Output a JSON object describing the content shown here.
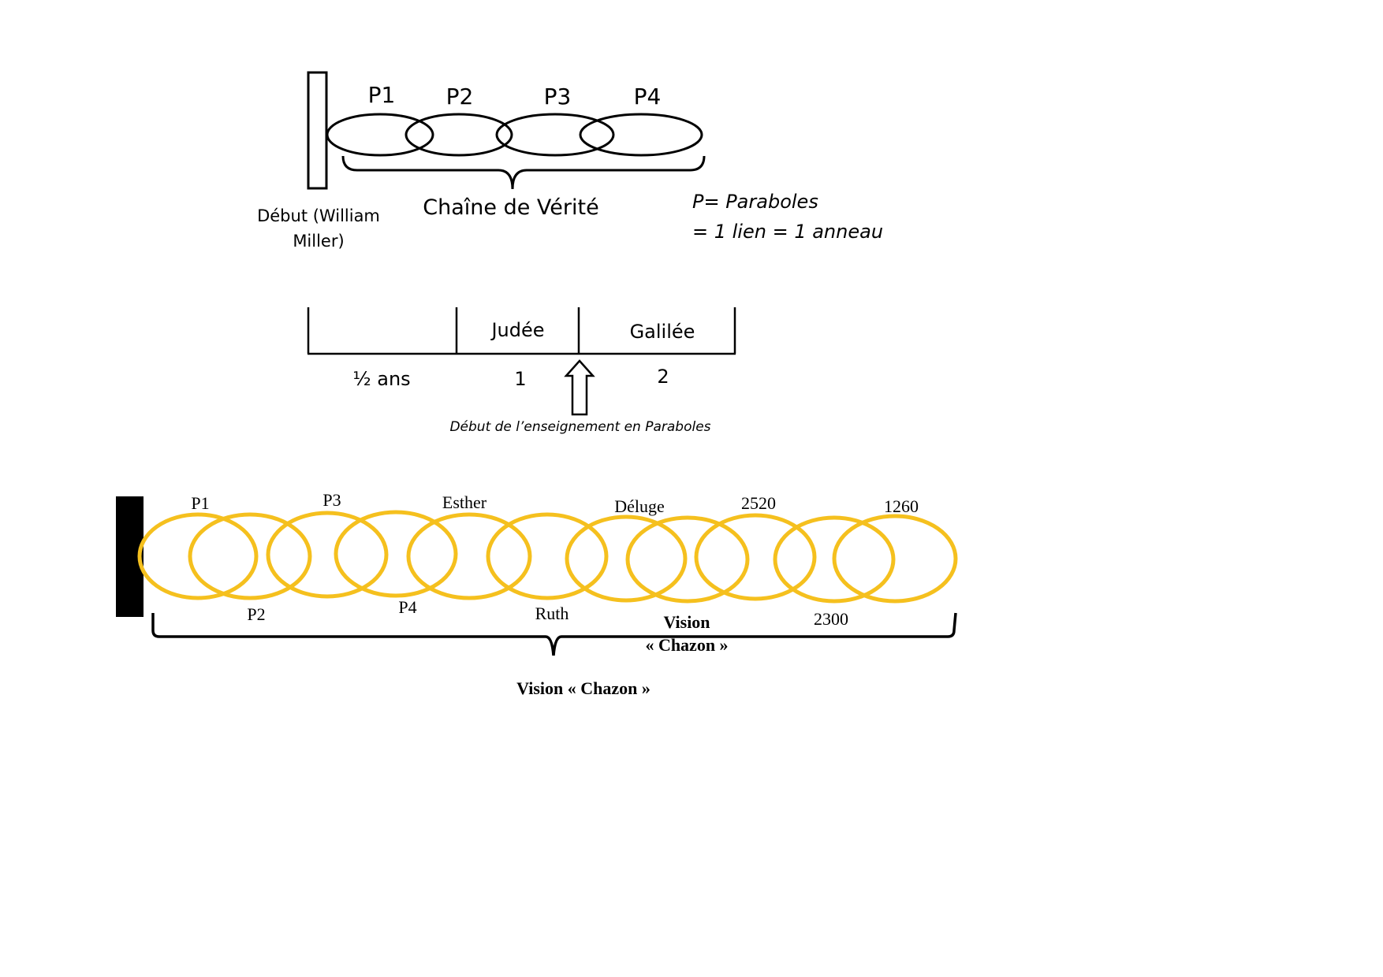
{
  "colors": {
    "ink": "#000000",
    "gold": "#f5c01e",
    "background": "#ffffff"
  },
  "chain_top": {
    "rings": [
      "P1",
      "P2",
      "P3",
      "P4"
    ],
    "brace_label": "Chaîne de Vérité",
    "start_label_line1": "Début (William",
    "start_label_line2": "Miller)",
    "legend_line1": "P= Paraboles",
    "legend_line2": "= 1 lien = 1 anneau"
  },
  "timeline": {
    "segments": [
      {
        "top": "",
        "bottom": "½ ans"
      },
      {
        "top": "Judée",
        "bottom": "1"
      },
      {
        "top": "Galilée",
        "bottom": "2"
      }
    ],
    "arrow_caption": "Début de l’enseignement en Paraboles",
    "arrow_icon": "up-arrow-icon"
  },
  "chain_bottom": {
    "top_labels": [
      "P1",
      "P3",
      "Esther",
      "Déluge",
      "2520",
      "1260"
    ],
    "bottom_labels": [
      "P2",
      "P4",
      "Ruth",
      "2300"
    ],
    "inner_label_line1": "Vision",
    "inner_label_line2": "« Chazon »",
    "brace_label": "Vision « Chazon »"
  }
}
